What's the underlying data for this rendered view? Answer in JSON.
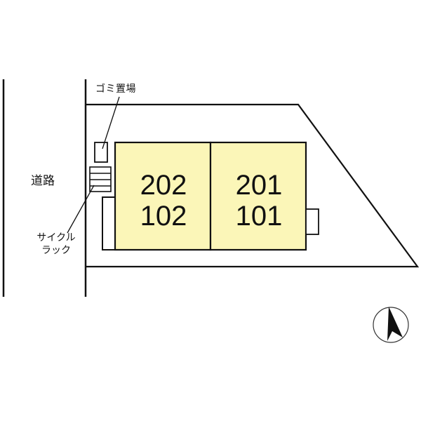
{
  "labels": {
    "road": "道路",
    "trash_area": "ゴミ置場",
    "bicycle_rack_line1": "サイクル",
    "bicycle_rack_line2": "ラック"
  },
  "buildings": [
    {
      "name": "left-building",
      "upper_unit": "202",
      "lower_unit": "102"
    },
    {
      "name": "right-building",
      "upper_unit": "201",
      "lower_unit": "101"
    }
  ],
  "compass": {
    "direction": "north",
    "icon": "north-arrow-icon"
  },
  "colors": {
    "building_fill": "#fbf6b8",
    "line": "#111111",
    "background": "#ffffff"
  }
}
